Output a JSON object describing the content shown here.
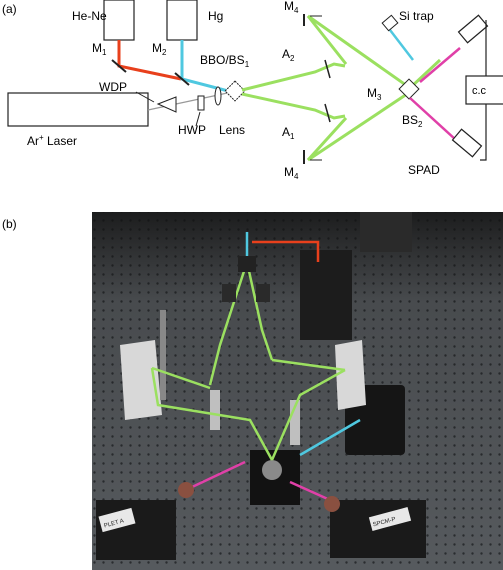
{
  "panel_a": {
    "label": "(a)",
    "labels": {
      "he_ne": "He-Ne",
      "hg": "Hg",
      "m1": "M",
      "m1_sub": "1",
      "m2": "M",
      "m2_sub": "2",
      "bbo": "BBO/BS",
      "bbo_sub": "1",
      "wdp": "WDP",
      "hwp": "HWP",
      "lens": "Lens",
      "ar_laser": "Ar",
      "ar_sup": "+",
      "ar_rest": " Laser",
      "a2": "A",
      "a2_sub": "2",
      "a1": "A",
      "a1_sub": "1",
      "m3": "M",
      "m3_sub": "3",
      "m4_top": "M",
      "m4_top_sub": "4",
      "m4_bot": "M",
      "m4_bot_sub": "4",
      "bs2": "BS",
      "bs2_sub": "2",
      "si_trap": "Si trap",
      "spad": "SPAD",
      "cc": "c.c"
    },
    "colors": {
      "red_beam": "#e8401c",
      "cyan_beam": "#4fc8e0",
      "green_beam": "#9be060",
      "magenta_beam": "#e040a8",
      "line": "#222222"
    }
  },
  "panel_b": {
    "label": "(b)",
    "photo_labels": {
      "det_left": "PLET A",
      "det_right": "SPCM-P"
    }
  }
}
